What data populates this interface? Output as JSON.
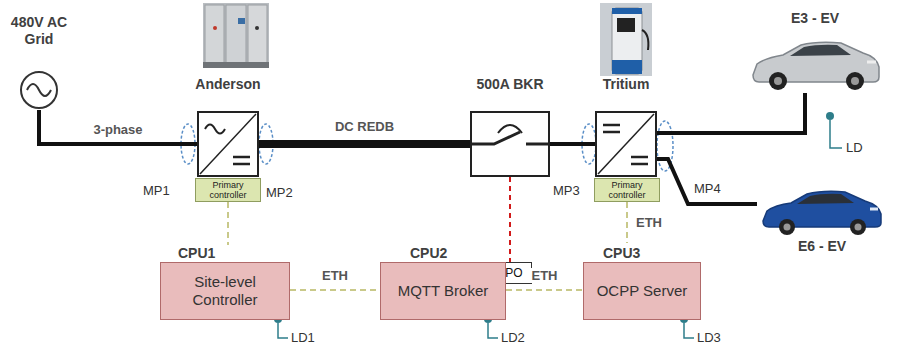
{
  "diagram": {
    "nodes": [
      {
        "text": [
          "480V AC Grid"
        ]
      },
      {
        "text": [
          "Anderson"
        ]
      },
      {
        "text": [
          "Primary controller"
        ]
      },
      {
        "text": [
          "500A BKR"
        ]
      },
      {
        "text": [
          "EPO"
        ]
      },
      {
        "text": [
          "Tritium"
        ]
      },
      {
        "text": [
          "Primary controller"
        ]
      },
      {
        "text": [
          "E3 - EV"
        ]
      },
      {
        "text": [
          "E6 - EV"
        ]
      },
      {
        "text": [
          "CPU1",
          "Site-level Controller"
        ]
      },
      {
        "text": [
          "CPU2",
          "MQTT Broker"
        ]
      },
      {
        "text": [
          "CPU3",
          "OCPP Server"
        ]
      }
    ],
    "edges": [
      {
        "from": 0,
        "to": 1,
        "label": "3-phase",
        "arrow": "none"
      },
      {
        "from": 1,
        "to": 3,
        "label": "DC REDB",
        "arrow": "none"
      },
      {
        "from": 3,
        "to": 5,
        "arrow": "none"
      },
      {
        "from": 3,
        "to": 4,
        "arrow": "none"
      },
      {
        "from": 5,
        "to": 7,
        "arrow": "none"
      },
      {
        "from": 5,
        "to": 8,
        "arrow": "none"
      },
      {
        "from": 2,
        "to": 9,
        "arrow": "none"
      },
      {
        "from": 9,
        "to": 10,
        "label": "ETH",
        "arrow": "none"
      },
      {
        "from": 10,
        "to": 11,
        "label": "ETH",
        "arrow": "none"
      },
      {
        "from": 6,
        "to": 11,
        "label": "ETH",
        "arrow": "none"
      }
    ],
    "labels": [
      "MP1",
      "MP2",
      "MP3",
      "MP4",
      "LD",
      "LD1",
      "LD2",
      "LD3"
    ]
  }
}
